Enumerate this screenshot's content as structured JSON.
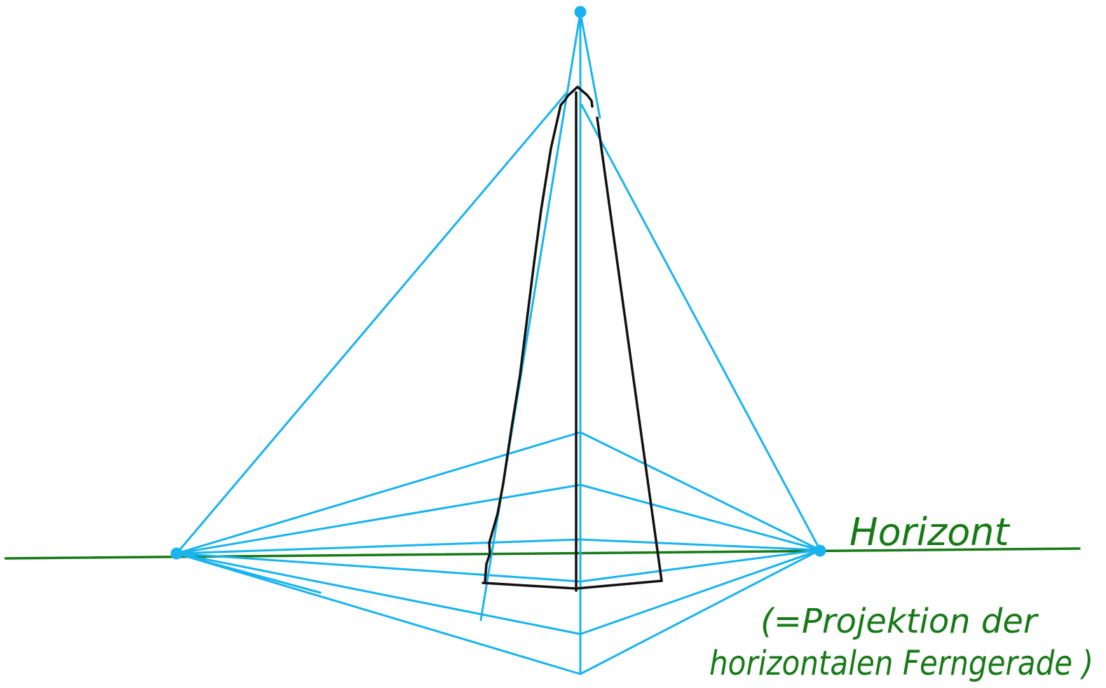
{
  "labels": {
    "horizon": "Horizont",
    "note_line1": "(=Projektion der",
    "note_line2": "horizontalen Ferngerade )"
  },
  "colors": {
    "construction": "#19b4ee",
    "object": "#111111",
    "horizon": "#177a17"
  }
}
